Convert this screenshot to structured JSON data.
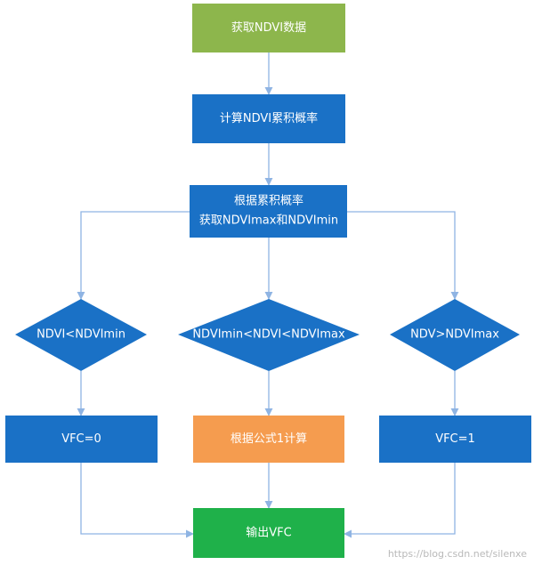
{
  "nodes": {
    "get_ndvi": "获取NDVI数据",
    "calc_cumprob": "计算NDVI累积概率",
    "derive_minmax_line1": "根据累积概率",
    "derive_minmax_line2": "获取NDVImax和NDVImin",
    "cond_low": "NDVI<NDVImin",
    "cond_mid": "NDVImin<NDVI<NDVImax",
    "cond_high": "NDV>NDVImax",
    "vfc_zero": "VFC=0",
    "vfc_formula": "根据公式1计算",
    "vfc_one": "VFC=1",
    "output": "输出VFC"
  },
  "watermark": "https://blog.csdn.net/silenxe",
  "colors": {
    "start_box": "#8db64c",
    "process_box": "#1a71c6",
    "decision": "#1a71c6",
    "formula_box": "#f59c4f",
    "output_box": "#1fb14a",
    "connector": "#8fb4e3"
  }
}
